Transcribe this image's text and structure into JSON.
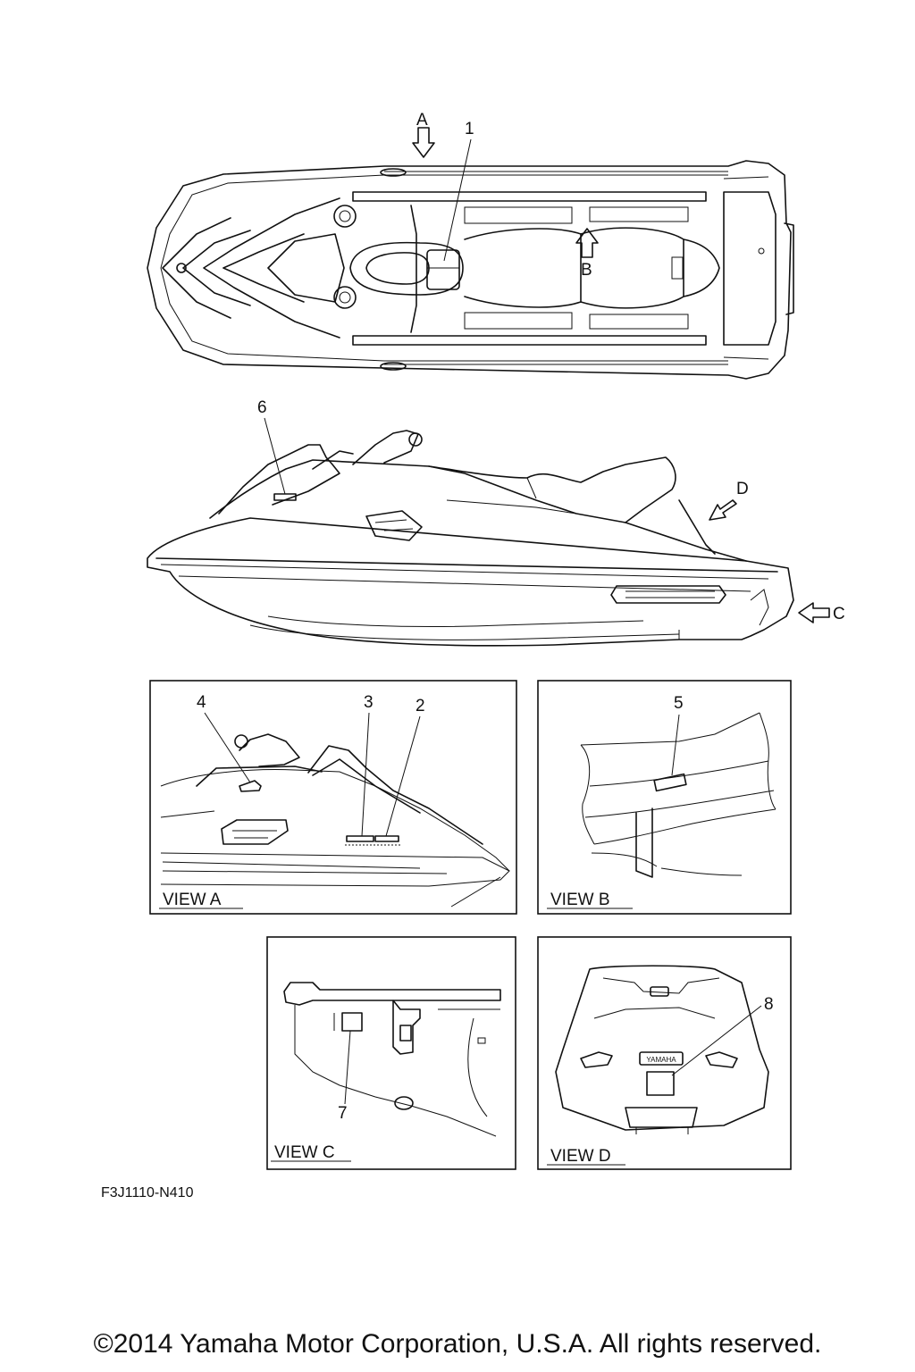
{
  "callouts": {
    "n1": "1",
    "n2": "2",
    "n3": "3",
    "n4": "4",
    "n5": "5",
    "n6": "6",
    "n7": "7",
    "n8": "8",
    "A": "A",
    "B": "B",
    "C": "C",
    "D": "D"
  },
  "views": {
    "a": "VIEW A",
    "b": "VIEW B",
    "c": "VIEW C",
    "d": "VIEW D"
  },
  "badge_text": "YAMAHA",
  "diagram_code": "F3J1110-N410",
  "copyright": "©2014 Yamaha Motor Corporation, U.S.A. All rights reserved."
}
